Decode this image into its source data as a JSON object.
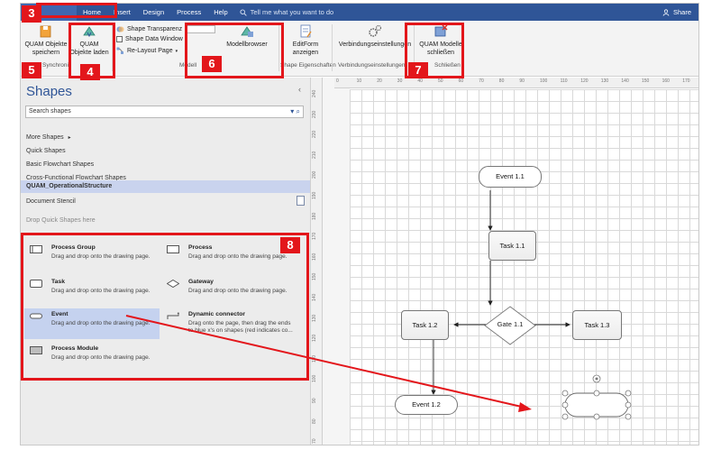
{
  "tabs": [
    {
      "label": "",
      "active": true
    },
    {
      "label": "Home",
      "active": false
    },
    {
      "label": "Insert",
      "active": false
    },
    {
      "label": "Design",
      "active": false
    },
    {
      "label": "Process",
      "active": false
    },
    {
      "label": "Help",
      "active": false
    }
  ],
  "tell_me": "Tell me what you want to do",
  "share": "Share",
  "ribbon": {
    "save_objects": "QUAM Objekte speichern",
    "load_objects": "QUAM Objekte laden",
    "group_sync": "Synchroni",
    "shape_transparency": "Shape Transparenz",
    "shape_data_window": "Shape Data Window",
    "relayout_page": "Re-Layout Page",
    "group_model": "Modell",
    "model_browser": "Modellbrowser",
    "editform": "EditForm anzeigen",
    "group_shape_props": "Shape Eigenschaften",
    "connection_settings": "Verbindungseinstellungen",
    "group_connection": "Verbindungseinstellungen",
    "close_models": "QUAM Modelle schließen",
    "group_close": "Schließen"
  },
  "shapes_pane": {
    "title": "Shapes",
    "search_placeholder": "Search shapes",
    "more_shapes": "More Shapes",
    "stencils": [
      "Quick Shapes",
      "Basic Flowchart Shapes",
      "Cross-Functional Flowchart Shapes",
      "QUAM_OperationalStructure",
      "Document Stencil"
    ],
    "selected_stencil": "QUAM_OperationalStructure",
    "drop_quick": "Drop Quick Shapes here",
    "masters": [
      {
        "name": "Process Group",
        "desc": "Drag and drop onto the drawing page.",
        "icon": "process-group-icon"
      },
      {
        "name": "Process",
        "desc": "Drag and drop onto the drawing page.",
        "icon": "process-icon"
      },
      {
        "name": "Task",
        "desc": "Drag and drop onto the drawing page.",
        "icon": "task-icon"
      },
      {
        "name": "Gateway",
        "desc": "Drag and drop onto the drawing page.",
        "icon": "gateway-icon"
      },
      {
        "name": "Event",
        "desc": "Drag and drop onto the drawing page.",
        "icon": "event-icon",
        "selected": true
      },
      {
        "name": "Dynamic connector",
        "desc": "Drag onto the page, then drag the ends to blue x's on shapes (red indicates co...",
        "icon": "connector-icon"
      },
      {
        "name": "Process Module",
        "desc": "Drag and drop onto the drawing page.",
        "icon": "process-module-icon"
      }
    ]
  },
  "ruler": {
    "h_ticks": [
      "0",
      "10",
      "20",
      "30",
      "40",
      "50",
      "60",
      "70",
      "80",
      "90",
      "100",
      "110",
      "120",
      "130",
      "140",
      "150",
      "160",
      "170"
    ],
    "v_ticks": [
      "240",
      "230",
      "220",
      "210",
      "200",
      "190",
      "180",
      "170",
      "160",
      "150",
      "140",
      "130",
      "120",
      "110",
      "100",
      "90",
      "80",
      "70"
    ]
  },
  "diagram": {
    "event_1_1": "Event 1.1",
    "task_1_1": "Task 1.1",
    "gate_1_1": "Gate 1.1",
    "task_1_2": "Task 1.2",
    "task_1_3": "Task 1.3",
    "event_1_2": "Event 1.2"
  },
  "annotations": [
    "3",
    "4",
    "5",
    "6",
    "7",
    "8"
  ],
  "colors": {
    "accent": "#2f5597",
    "annotation_red": "#e3161b",
    "selection": "#c9d3ee"
  }
}
